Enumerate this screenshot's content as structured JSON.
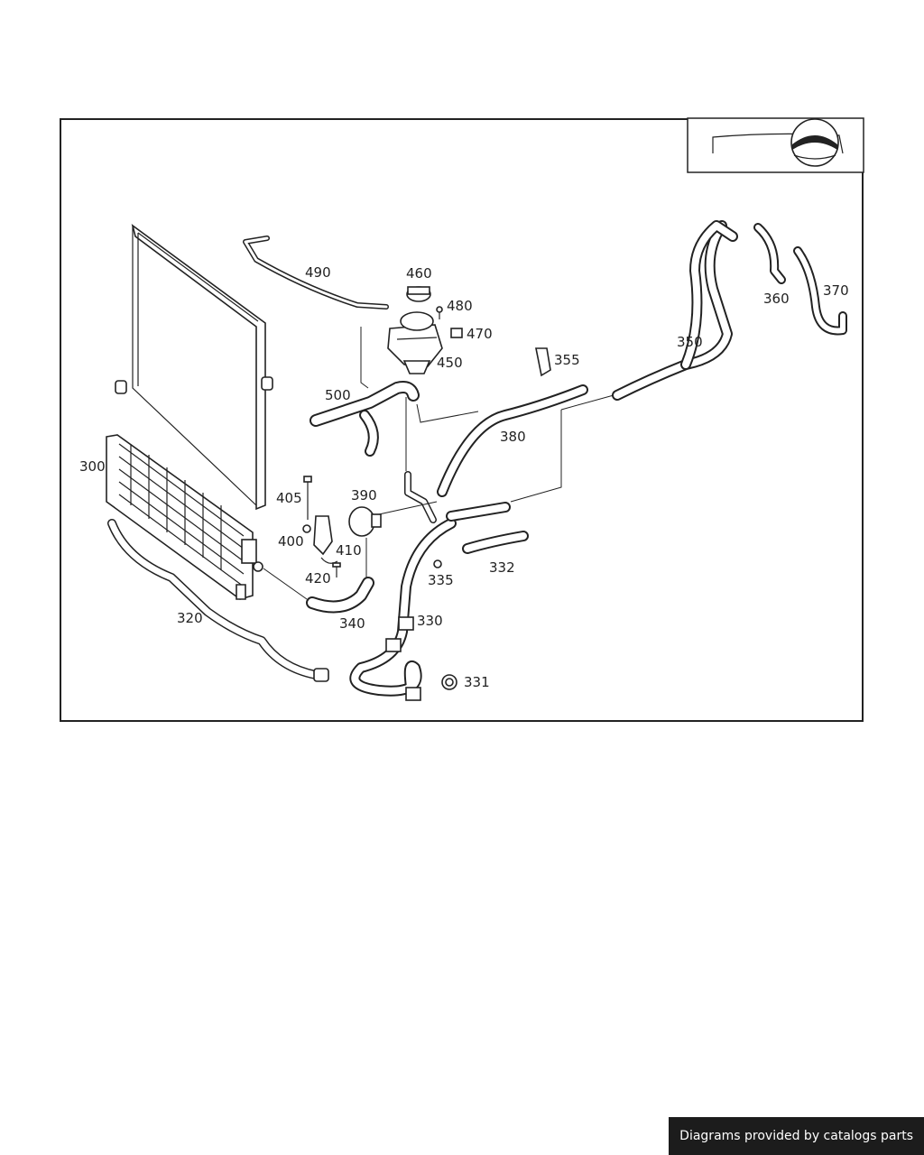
{
  "diagram": {
    "callouts": {
      "c300": "300",
      "c320": "320",
      "c330": "330",
      "c331": "331",
      "c332": "332",
      "c335": "335",
      "c340": "340",
      "c350": "350",
      "c355": "355",
      "c360": "360",
      "c370": "370",
      "c380": "380",
      "c390": "390",
      "c400": "400",
      "c405": "405",
      "c410": "410",
      "c420": "420",
      "c450": "450",
      "c460": "460",
      "c470": "470",
      "c480": "480",
      "c490": "490",
      "c500": "500"
    }
  },
  "footer": {
    "credit": "Diagrams provided by catalogs parts"
  },
  "colors": {
    "line": "#222222",
    "background": "#ffffff",
    "badge": "#1c1c1c"
  }
}
